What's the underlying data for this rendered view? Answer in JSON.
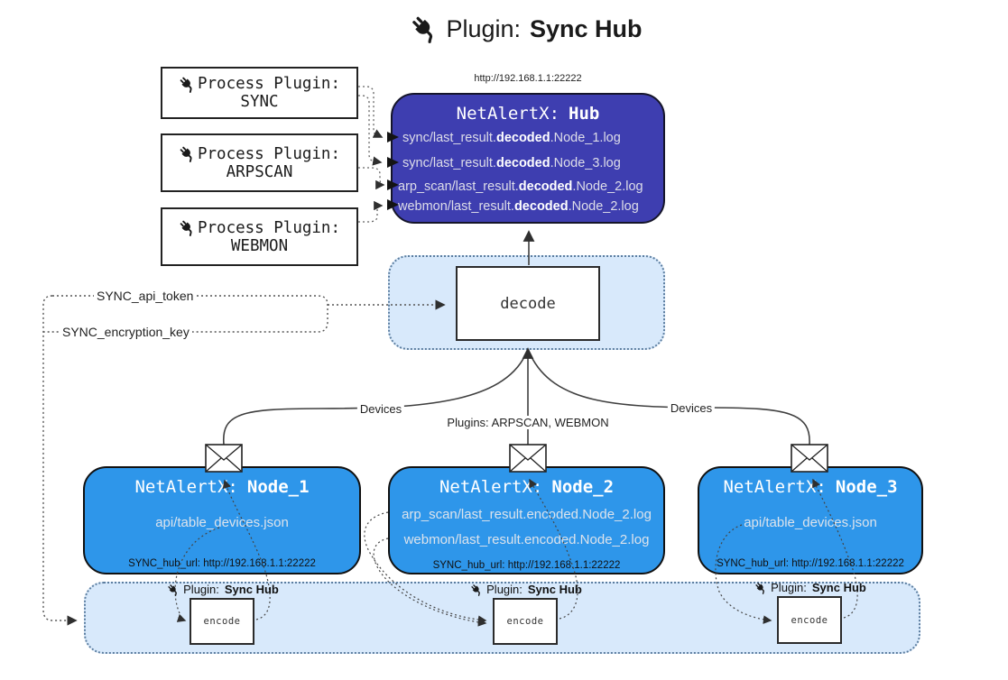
{
  "title": {
    "label": "Plugin:",
    "name": "Sync Hub"
  },
  "hub": {
    "url": "http://192.168.1.1:22222",
    "title_label": "NetAlertX:",
    "title_name": "Hub",
    "files": [
      {
        "pre": "sync/last_result.",
        "bold": "decoded",
        "post": ".Node_1.log"
      },
      {
        "pre": "sync/last_result.",
        "bold": "decoded",
        "post": ".Node_3.log"
      },
      {
        "pre": "arp_scan/last_result.",
        "bold": "decoded",
        "post": ".Node_2.log"
      },
      {
        "pre": "webmon/last_result.",
        "bold": "decoded",
        "post": ".Node_2.log"
      }
    ]
  },
  "process_plugins": [
    {
      "label": "Process Plugin:",
      "name": "SYNC"
    },
    {
      "label": "Process Plugin:",
      "name": "ARPSCAN"
    },
    {
      "label": "Process Plugin:",
      "name": "WEBMON"
    }
  ],
  "decode_label": "decode",
  "config": {
    "api_token": "SYNC_api_token",
    "encryption_key": "SYNC_encryption_key"
  },
  "edge_labels": {
    "devices_left": "Devices",
    "devices_right": "Devices",
    "plugins": "Plugins: ARPSCAN, WEBMON"
  },
  "nodes": [
    {
      "title_label": "NetAlertX:",
      "title_name": "Node_1",
      "files": [
        "api/table_devices.json"
      ],
      "hub_url": "SYNC_hub_url: http://192.168.1.1:22222"
    },
    {
      "title_label": "NetAlertX:",
      "title_name": "Node_2",
      "files": [
        "arp_scan/last_result.encoded.Node_2.log",
        "webmon/last_result.encoded.Node_2.log"
      ],
      "hub_url": "SYNC_hub_url: http://192.168.1.1:22222"
    },
    {
      "title_label": "NetAlertX:",
      "title_name": "Node_3",
      "files": [
        "api/table_devices.json"
      ],
      "hub_url": "SYNC_hub_url: http://192.168.1.1:22222"
    }
  ],
  "encoders": [
    {
      "label": "Plugin:",
      "name": "Sync Hub",
      "box": "encode"
    },
    {
      "label": "Plugin:",
      "name": "Sync Hub",
      "box": "encode"
    },
    {
      "label": "Plugin:",
      "name": "Sync Hub",
      "box": "encode"
    }
  ],
  "colors": {
    "hub_bg": "#3E3EB0",
    "node_bg": "#2E96EA",
    "panel_bg": "#D8E9FB",
    "panel_border": "#5C7EA0",
    "line": "#3F3F3F"
  }
}
